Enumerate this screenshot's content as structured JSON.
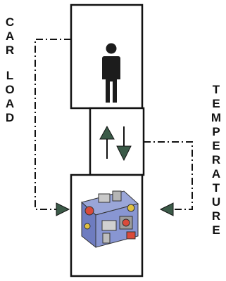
{
  "labels": {
    "car_load": [
      "C",
      "A",
      "R",
      "",
      "L",
      "O",
      "A",
      "D"
    ],
    "temperature": [
      "T",
      "E",
      "M",
      "P",
      "E",
      "R",
      "A",
      "T",
      "U",
      "R",
      "E"
    ]
  },
  "icons": {
    "person": "person-icon",
    "up_down_arrows": "up-down-arrows-icon",
    "valve": "hydraulic-valve-block-icon"
  },
  "colors": {
    "arrow_fill": "#3b5a48",
    "line": "#111111",
    "box_stroke": "#111111"
  }
}
